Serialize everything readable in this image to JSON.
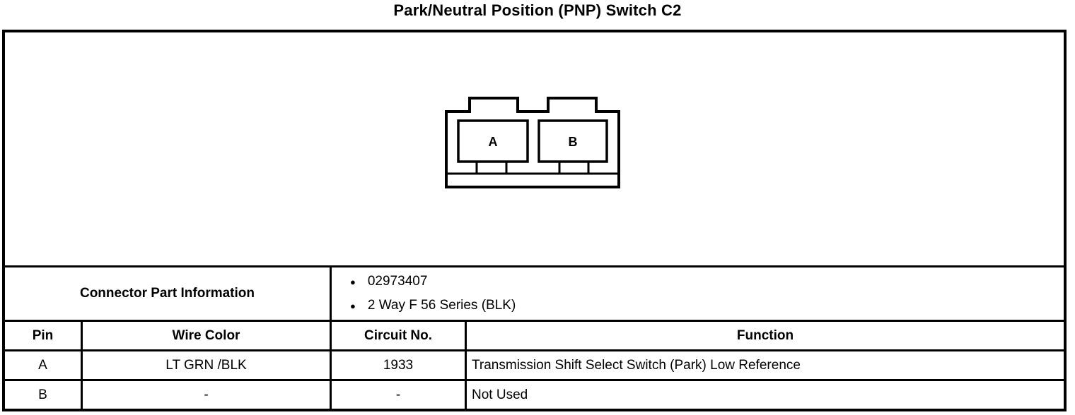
{
  "title": "Park/Neutral Position (PNP) Switch C2",
  "connector": {
    "cavities": [
      {
        "label": "A"
      },
      {
        "label": "B"
      }
    ]
  },
  "part_info": {
    "label": "Connector Part Information",
    "items": [
      "02973407",
      "2 Way F 56 Series (BLK)"
    ],
    "bullet_glyph": "●"
  },
  "table": {
    "headers": [
      "Pin",
      "Wire Color",
      "Circuit No.",
      "Function"
    ],
    "rows": [
      {
        "pin": "A",
        "wire_color": "LT GRN /BLK",
        "circuit_no": "1933",
        "function": "Transmission Shift Select Switch (Park) Low Reference"
      },
      {
        "pin": "B",
        "wire_color": "-",
        "circuit_no": "-",
        "function": "Not Used"
      }
    ]
  },
  "colors": {
    "line": "#000000",
    "background": "#ffffff"
  }
}
